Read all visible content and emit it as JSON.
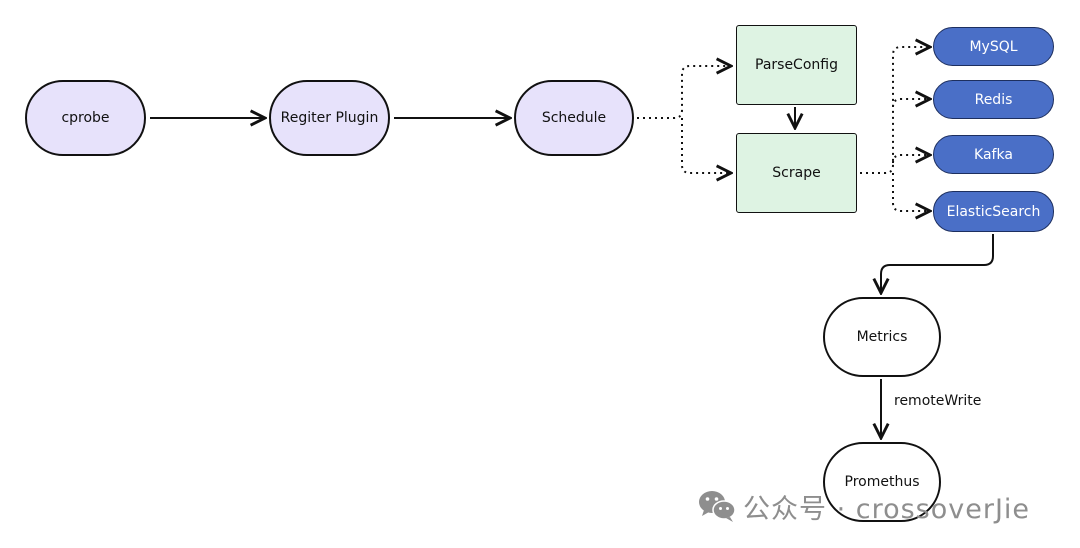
{
  "nodes": {
    "cprobe": "cprobe",
    "register_plugin": "Regiter Plugin",
    "schedule": "Schedule",
    "parse_config": "ParseConfig",
    "scrape": "Scrape",
    "mysql": "MySQL",
    "redis": "Redis",
    "kafka": "Kafka",
    "elasticsearch": "ElasticSearch",
    "metrics": "Metrics",
    "promethus": "Promethus"
  },
  "edge_labels": {
    "remote_write": "remoteWrite"
  },
  "watermark": {
    "text": "公众号 · crossoverJie",
    "icon": "wechat-icon"
  },
  "colors": {
    "pill_fill": "#e7e2fb",
    "box_fill": "#def3e3",
    "datasource_fill": "#4a6fc7",
    "stroke": "#111111",
    "watermark": "#8e8e8e"
  }
}
